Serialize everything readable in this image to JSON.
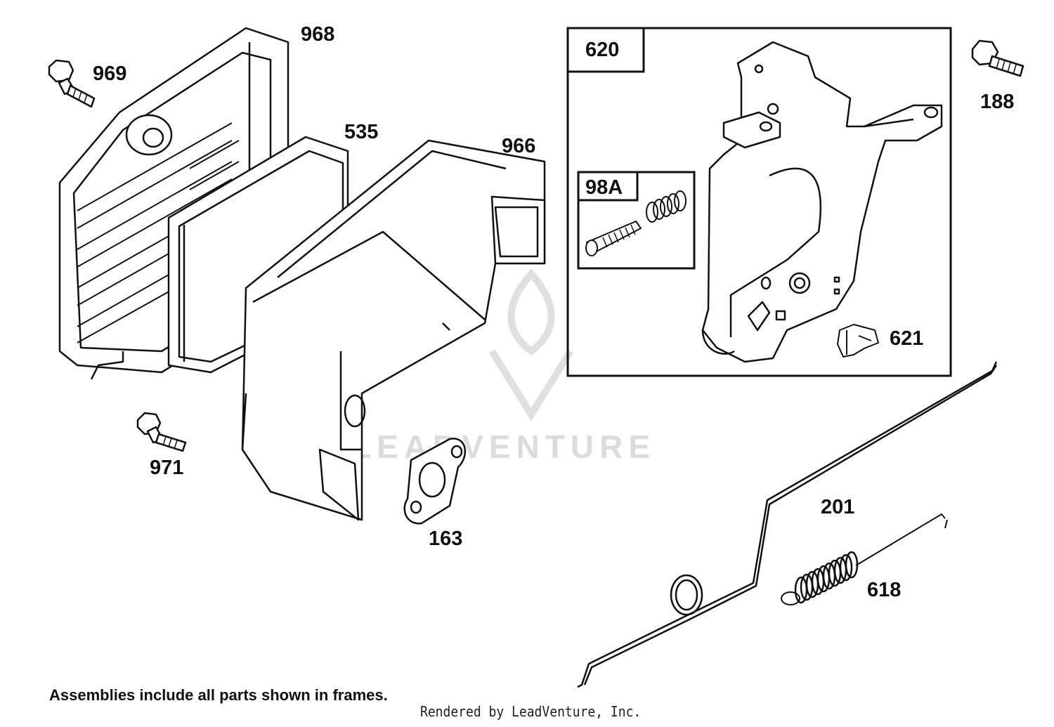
{
  "parts": {
    "p968": "968",
    "p969": "969",
    "p535": "535",
    "p966": "966",
    "p971": "971",
    "p163": "163",
    "p620": "620",
    "p98a": "98A",
    "p621": "621",
    "p188": "188",
    "p201": "201",
    "p618": "618"
  },
  "watermark": {
    "text": "LEADVENTURE"
  },
  "footer": {
    "note": "Assemblies include all parts shown in frames.",
    "rendered_by": "Rendered by LeadVenture, Inc."
  },
  "colors": {
    "ink": "#111111",
    "watermark": "#dcdcdc",
    "background": "#ffffff"
  }
}
